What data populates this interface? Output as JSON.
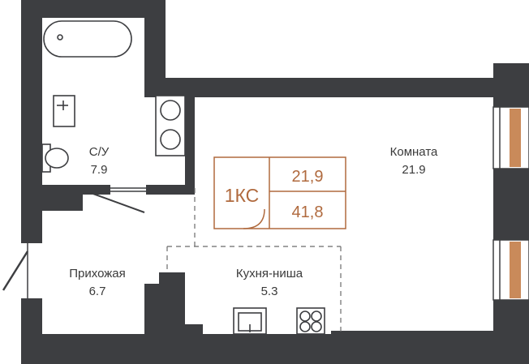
{
  "apartment": {
    "type_label": "1КС",
    "living_area": "21,9",
    "total_area": "41,8"
  },
  "rooms": [
    {
      "name": "С/У",
      "area": "7.9"
    },
    {
      "name": "Комната",
      "area": "21.9"
    },
    {
      "name": "Прихожая",
      "area": "6.7"
    },
    {
      "name": "Кухня-ниша",
      "area": "5.3"
    }
  ],
  "colors": {
    "wall": "#3d3e41",
    "accent": "#b06a3e",
    "window_fill": "#c98a5a",
    "fixture": "#6b6b6b"
  }
}
